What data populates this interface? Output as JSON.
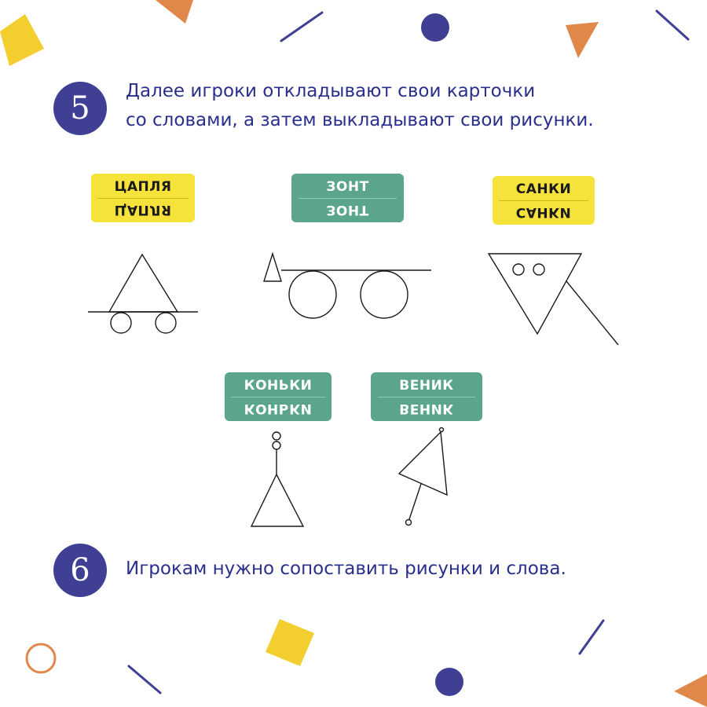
{
  "colors": {
    "accent_navy": "#3f3f94",
    "text_navy": "#2b2f8c",
    "card_yellow": "#f5e23a",
    "card_green": "#5aa58c",
    "deco_orange": "#e0874a",
    "deco_yellow": "#f2cf2e",
    "deco_navy": "#3f3f94"
  },
  "steps": [
    {
      "number": "5",
      "lines": [
        "Далее игроки откладывают свои карточки",
        "со словами, а затем выкладывают свои рисунки."
      ]
    },
    {
      "number": "6",
      "lines": [
        "Игрокам нужно сопоставить рисунки и слова."
      ]
    }
  ],
  "cards": [
    {
      "word": "ЦАПЛЯ",
      "color": "yellow"
    },
    {
      "word": "ЗОНТ",
      "color": "green"
    },
    {
      "word": "САНКИ",
      "color": "yellow"
    },
    {
      "word": "КОНЬКИ",
      "color": "green"
    },
    {
      "word": "ВЕНИК",
      "color": "green"
    }
  ],
  "drawings": [
    {
      "depicts": "triangle-on-line-with-two-small-circles"
    },
    {
      "depicts": "small-triangle-line-and-two-large-circles"
    },
    {
      "depicts": "inverted-triangle-with-two-circles-and-diagonal-line"
    },
    {
      "depicts": "triangle-on-vertical-stick-with-two-small-circles"
    },
    {
      "depicts": "tilted-triangle-with-stick"
    }
  ]
}
